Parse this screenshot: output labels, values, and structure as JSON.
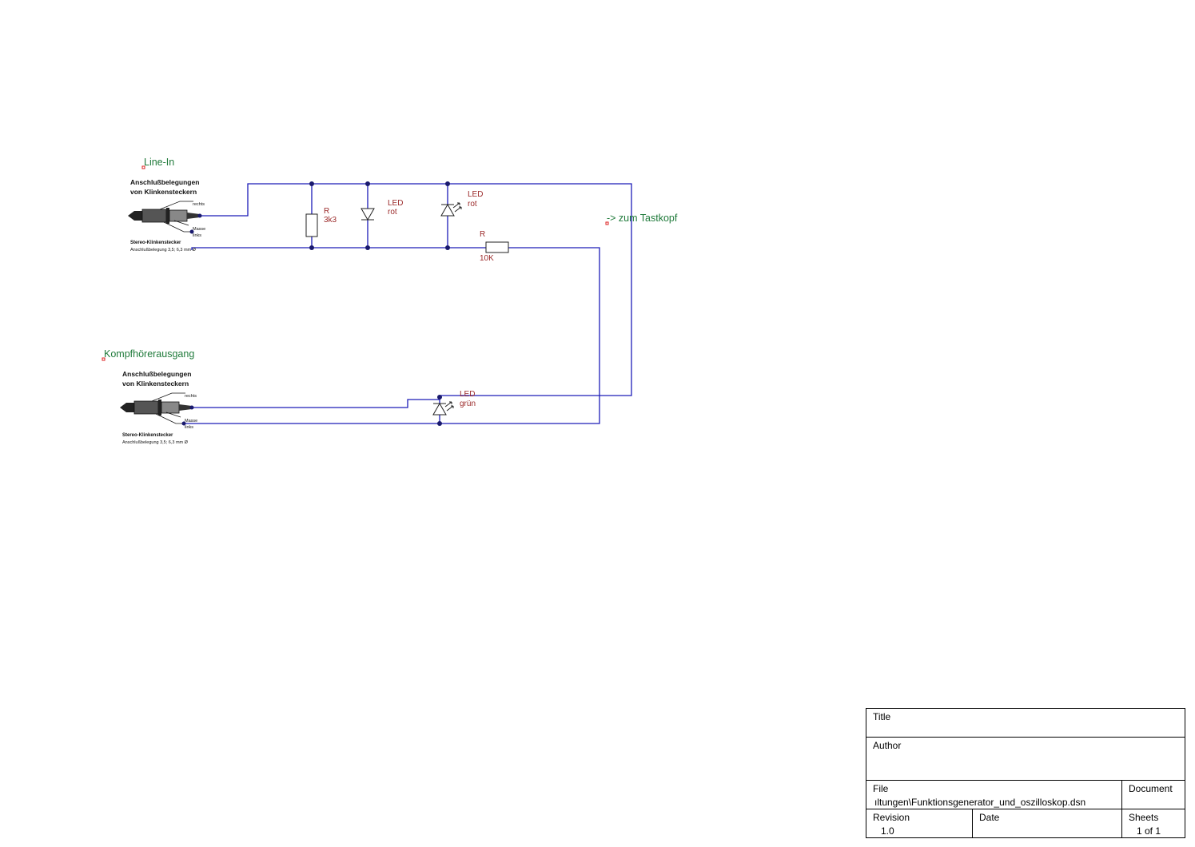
{
  "schematic": {
    "ports": {
      "line_in": "Line-In",
      "headphone_out": "Kompfhörerausgang",
      "probe": "-> zum Tastkopf"
    },
    "components": {
      "r1": {
        "ref": "R",
        "value": "3k3"
      },
      "led1": {
        "ref": "LED",
        "value": "rot"
      },
      "led2": {
        "ref": "LED",
        "value": "rot"
      },
      "r2": {
        "ref": "R",
        "value": "10K"
      },
      "led3": {
        "ref": "LED",
        "value": "grün"
      }
    },
    "jack_picture": {
      "title_line1": "Anschlußbelegungen",
      "title_line2": "von Klinkensteckern",
      "pin_right": "rechts",
      "pin_ground": "Masse",
      "pin_left": "links",
      "caption_line1": "Stereo-Klinkenstecker",
      "caption_line2": "Anschlußbelegung 3,5; 6,3 mm Ø"
    },
    "colors": {
      "wire": "#1c1cb8",
      "junction": "#1a1a6e",
      "component_label": "#9b2a2a",
      "port_label": "#1f7a3a"
    }
  },
  "title_block": {
    "title_label": "Title",
    "title_value": "",
    "author_label": "Author",
    "author_value": "",
    "file_label": "File",
    "file_value": "ıltungen\\Funktionsgenerator_und_oszilloskop.dsn",
    "document_label": "Document",
    "revision_label": "Revision",
    "revision_value": "1.0",
    "date_label": "Date",
    "date_value": "",
    "sheets_label": "Sheets",
    "sheets_value": "1 of 1"
  }
}
